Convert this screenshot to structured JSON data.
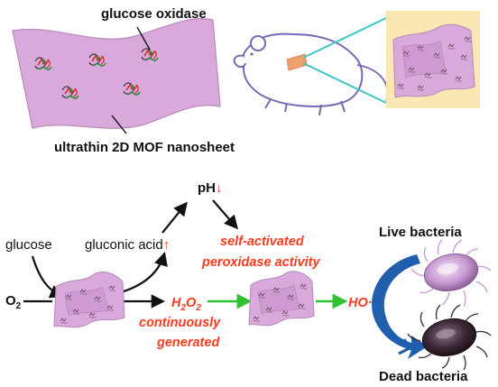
{
  "labels": {
    "enzyme": "glucose oxidase",
    "nanosheet": "ultrathin 2D MOF nanosheet",
    "ph": "pH",
    "glucose": "glucose",
    "gluconic_acid": "gluconic acid",
    "self_activated_line1": "self-activated",
    "self_activated_line2": "peroxidase activity",
    "o2_main": "O",
    "o2_sub": "2",
    "h2o2_h": "H",
    "h2o2_2a": "2",
    "h2o2_o": "O",
    "h2o2_2b": "2",
    "continuously_line1": "continuously",
    "continuously_line2": "generated",
    "hydroxyl_radical": "HO·",
    "live_bacteria": "Live bacteria",
    "dead_bacteria": "Dead bacteria"
  },
  "indicators": {
    "ph_change": "↓",
    "gluconic_change": "↑",
    "radical_change": "↑"
  },
  "colors": {
    "sheet_fill": "#d9a9dc",
    "sheet_edge": "#b78ab9",
    "highlight_red": "#ff3b1f",
    "flow_green": "#2fc12f",
    "blue_arrow": "#1f5fae",
    "mouse_outline": "#7a67b5",
    "mouse_panel": "#fbe7b4",
    "zoom_lines": "#3cc7c0",
    "live_bacteria": "#c89bd2",
    "dead_bacteria": "#3d2837"
  },
  "icons": {
    "mouse": "mouse-illustration-icon",
    "bacteria_live": "live-bacterium-icon",
    "bacteria_dead": "dead-bacterium-icon"
  }
}
